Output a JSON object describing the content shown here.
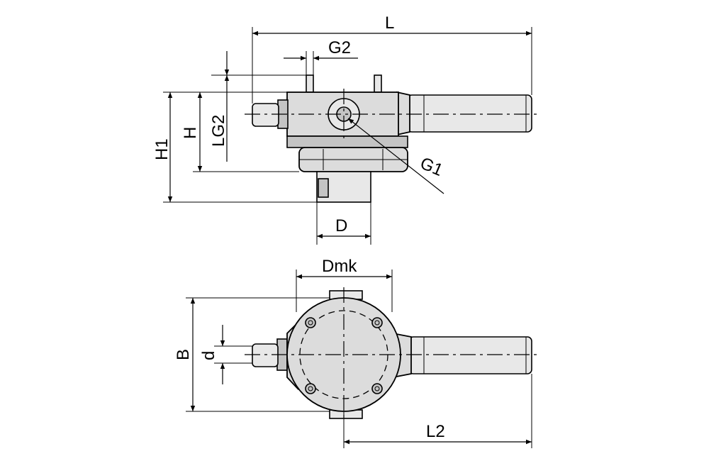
{
  "labels": {
    "L": "L",
    "G2": "G2",
    "H1": "H1",
    "H": "H",
    "LG2": "LG2",
    "G1": "G1",
    "D": "D",
    "Dmk": "Dmk",
    "B": "B",
    "d": "d",
    "L2": "L2"
  }
}
